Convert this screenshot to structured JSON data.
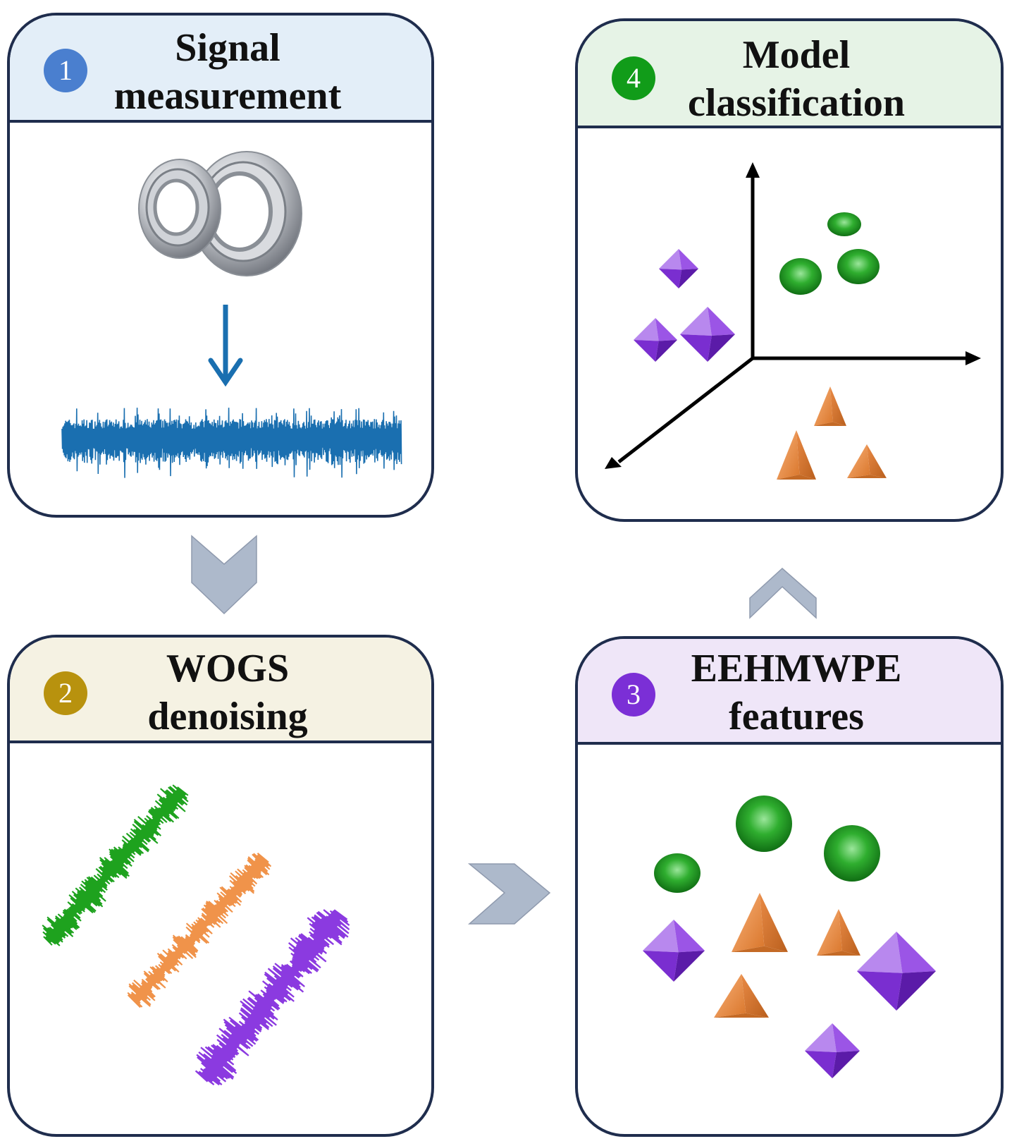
{
  "steps": [
    {
      "number": "1",
      "title_line1": "Signal",
      "title_line2": "measurement",
      "header_color": "#e3eef8",
      "badge_color": "#4a7fcf"
    },
    {
      "number": "2",
      "title_line1": "WOGS",
      "title_line2": "denoising",
      "header_color": "#f5f2e3",
      "badge_color": "#b8920e"
    },
    {
      "number": "3",
      "title_line1": "EEHMWPE",
      "title_line2": "features",
      "header_color": "#efe6f8",
      "badge_color": "#7b2fd6"
    },
    {
      "number": "4",
      "title_line1": "Model",
      "title_line2": "classification",
      "header_color": "#e6f3e6",
      "badge_color": "#119c19"
    }
  ],
  "colors": {
    "outline": "#1f2d4d",
    "chevron": "#adb9cb",
    "signal_blue": "#1a6fb0",
    "green_class": "#1ea21e",
    "orange_class": "#f0934a",
    "purple_class": "#8b3ae0"
  },
  "icons": [
    "bearing-icon",
    "down-arrow-icon",
    "chevron-down-icon",
    "chevron-right-icon",
    "chevron-up-icon",
    "sphere-icon",
    "pyramid-icon",
    "octahedron-icon",
    "axes-3d-icon"
  ]
}
